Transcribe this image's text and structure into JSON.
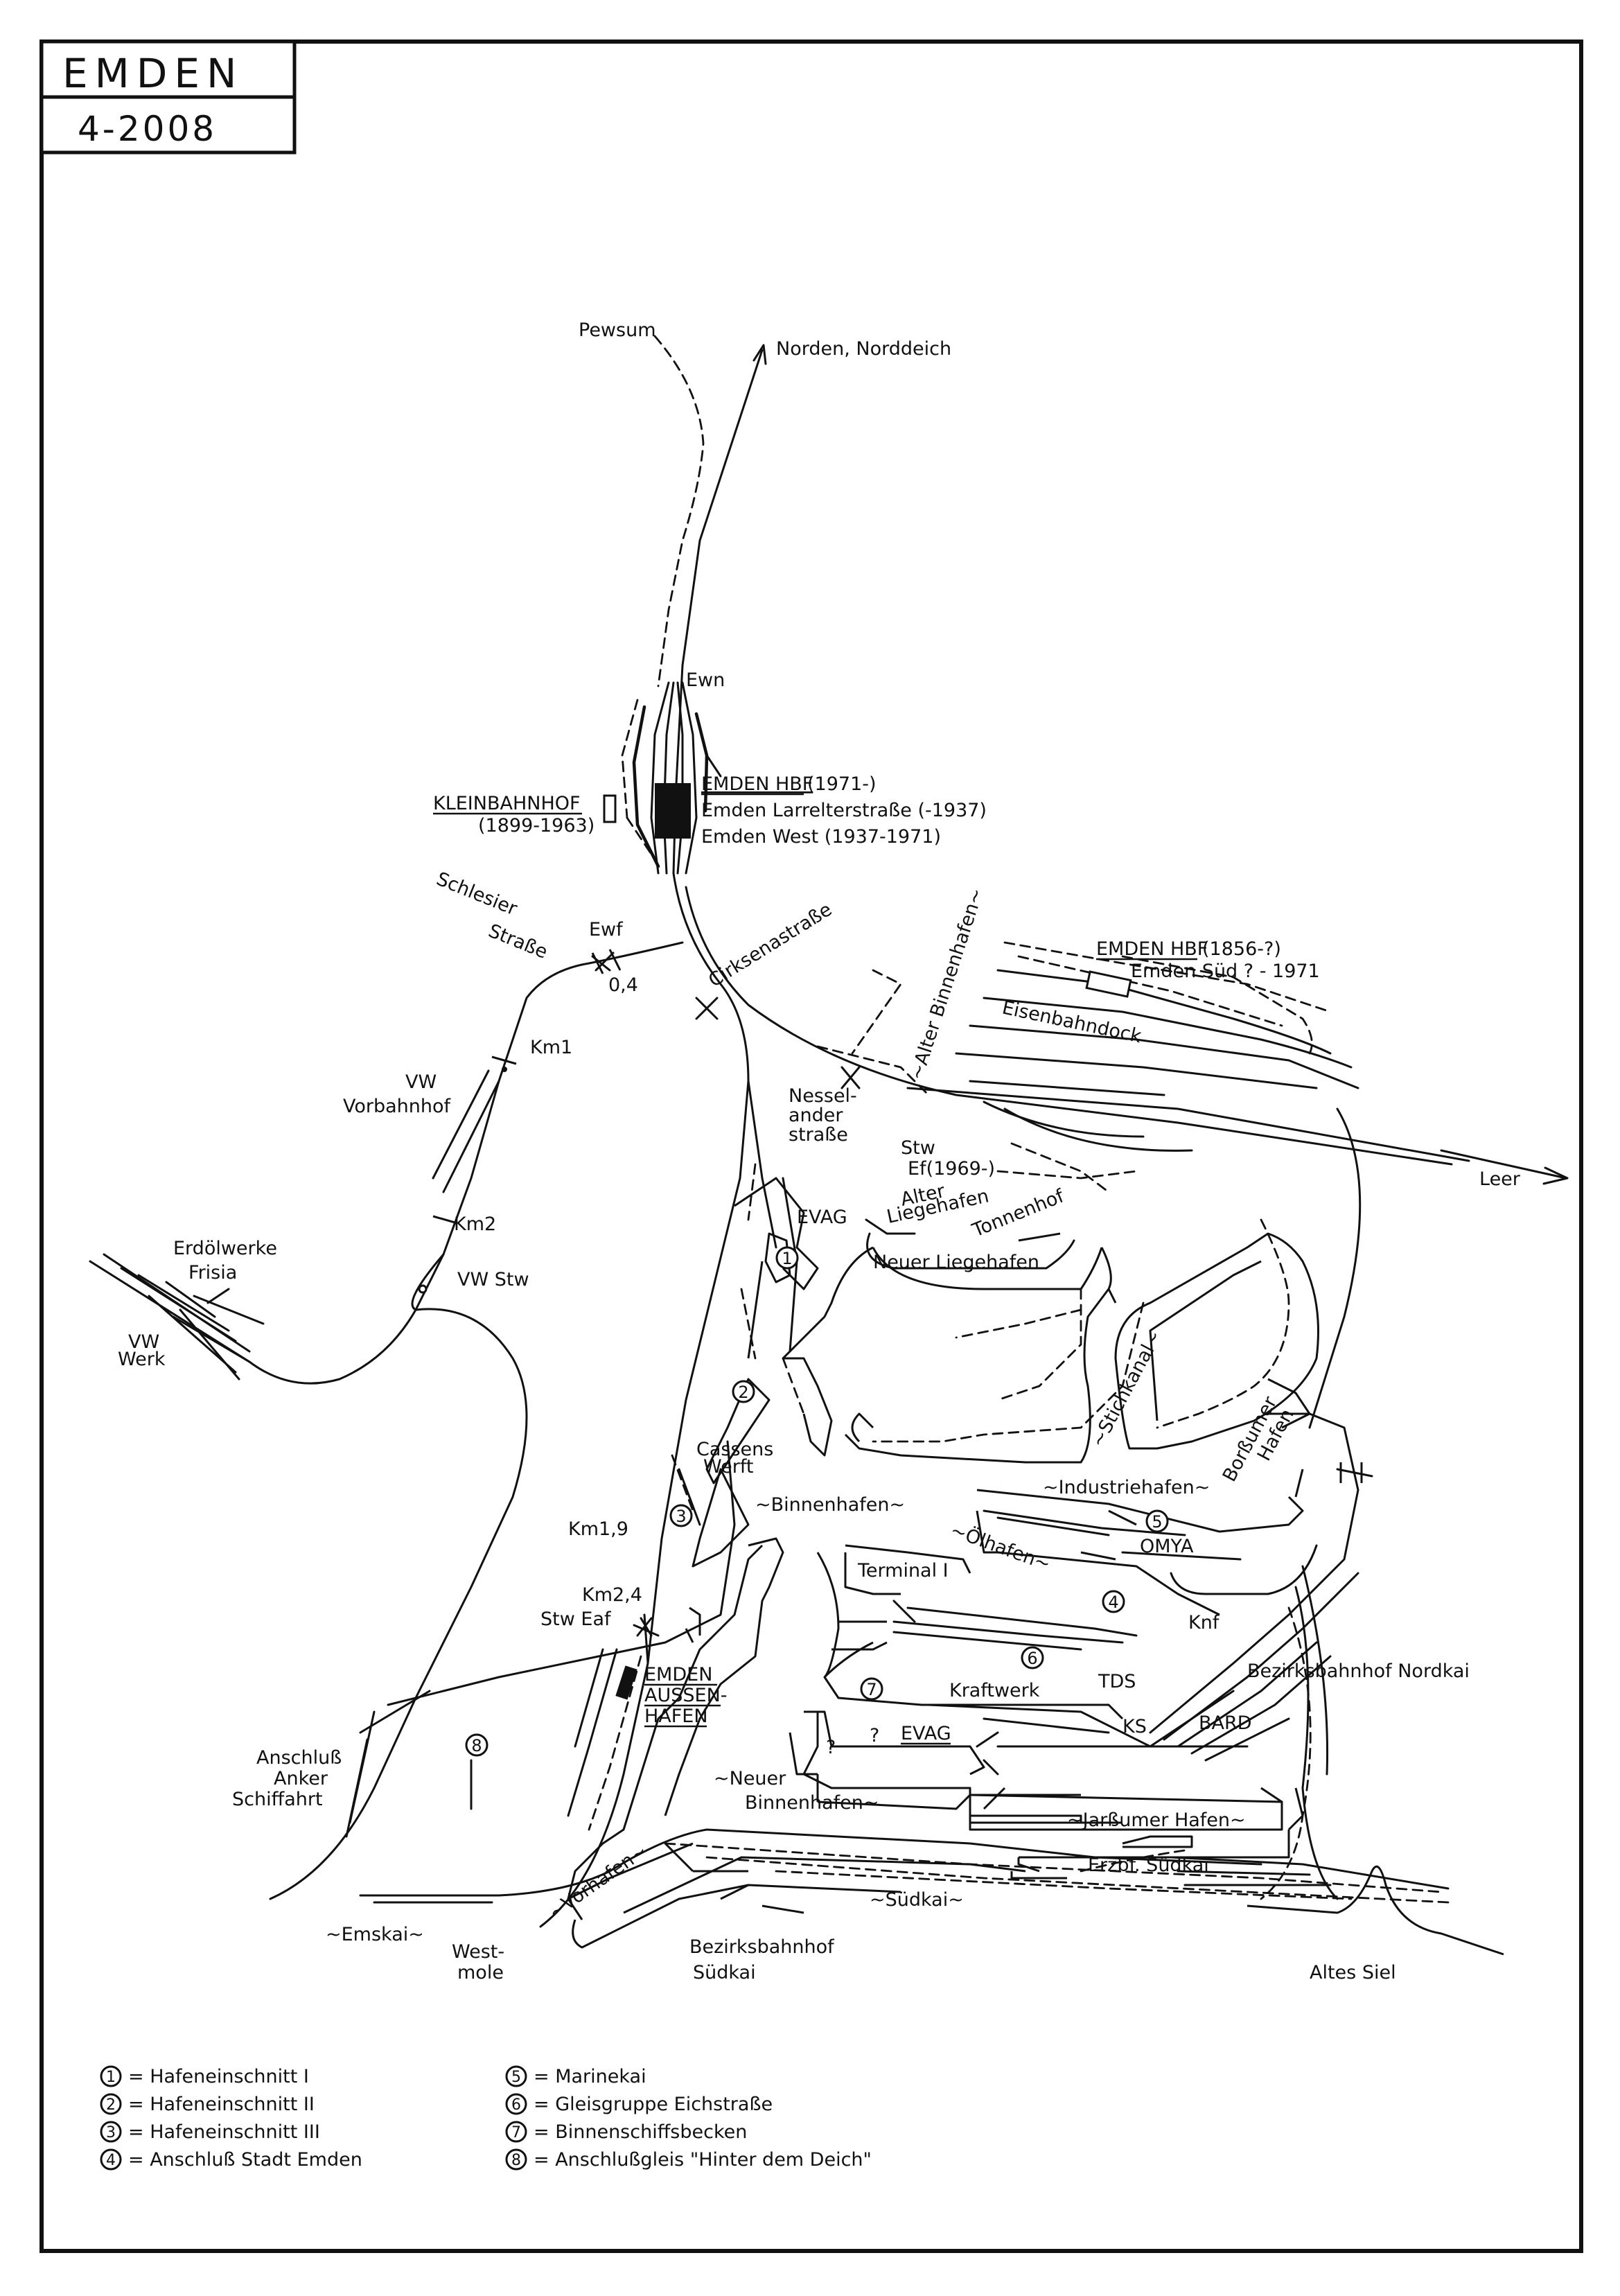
{
  "title": {
    "name": "EMDEN",
    "date": "4-2008"
  },
  "places": {
    "pewsum": "Pewsum",
    "norden": "Norden, Norddeich",
    "ewn": "Ewn",
    "hbf_new": "EMDEN HBF",
    "hbf_new_years": "(1971-)",
    "larrelt": "Emden Larrelterstraße (-1937)",
    "west": "Emden West (1937-1971)",
    "kleinbahnhof": "KLEINBAHNHOF",
    "kleinbahnhof_years": "(1899-1963)",
    "schlesier1": "Schlesier",
    "schlesier2": "Straße",
    "ewf": "Ewf",
    "km04": "0,4",
    "cirksena": "Cirksenastraße",
    "alter_binnenhafen": "~Alter Binnenhafen~",
    "hbf_old": "EMDEN HBF",
    "hbf_old_years": "(1856-?)",
    "emden_sued": "Emden Süd ? - 1971",
    "eisenbahndock": "Eisenbahndock",
    "km1": "Km1",
    "vw_vorbahnhof1": "VW",
    "vw_vorbahnhof2": "Vorbahnhof",
    "nessel1": "Nessel-",
    "nessel2": "ander",
    "nessel3": "straße",
    "stw_ef1": "Stw",
    "stw_ef2": "Ef(1969-)",
    "leer": "Leer",
    "alter_liegehafen1": "Alter",
    "alter_liegehafen2": "Liegehafen",
    "tonnenhof": "Tonnenhof",
    "evag1": "EVAG",
    "km2": "Km2",
    "vw_stw": "VW Stw",
    "erdoel1": "Erdölwerke",
    "erdoel2": "Frisia",
    "neuer_liegehafen": "Neuer Liegehafen",
    "vw_werk1": "VW",
    "vw_werk2": "Werk",
    "stichkanal": "~Stichkanal~",
    "borssumer1": "Borßumer",
    "borssumer2": "Hafen",
    "cassens1": "Cassens",
    "cassens2": "Werft",
    "industriehafen": "~Industriehafen~",
    "binnenhafen": "~Binnenhafen~",
    "km19": "Km1,9",
    "oelhafen": "~Ölhafen~",
    "omya": "OMYA",
    "terminal": "Terminal I",
    "km24": "Km2,4",
    "stw_eaf": "Stw Eaf",
    "knf": "Knf",
    "aussen1": "EMDEN",
    "aussen2": "AUSSEN-",
    "aussen3": "HAFEN",
    "bezirk_nordkai": "Bezirksbahnhof Nordkai",
    "tds": "TDS",
    "kraftwerk": "Kraftwerk",
    "evag2": "EVAG",
    "ks": "KS",
    "bard": "BARD",
    "q1": "?",
    "q2": "?",
    "anschluss1": "Anschluß",
    "anschluss2": "Anker",
    "anschluss3": "Schiffahrt",
    "neuer_binnen1": "~Neuer",
    "neuer_binnen2": "Binnenhafen~",
    "jarssumer": "~Jarßumer Hafen~",
    "erzbf": "Erzbf. Südkai",
    "suedkai": "~Südkai~",
    "vorhafen": "~Vorhafen~",
    "emskai": "~Emskai~",
    "westmole1": "West-",
    "westmole2": "mole",
    "bezirk_suedkai1": "Bezirksbahnhof",
    "bezirk_suedkai2": "Südkai",
    "altes_siel": "Altes Siel"
  },
  "markers": [
    "1",
    "2",
    "3",
    "4",
    "5",
    "6",
    "7",
    "8"
  ],
  "legend": [
    {
      "num": "1",
      "text": "= Hafeneinschnitt I"
    },
    {
      "num": "2",
      "text": "= Hafeneinschnitt II"
    },
    {
      "num": "3",
      "text": "= Hafeneinschnitt III"
    },
    {
      "num": "4",
      "text": "= Anschluß Stadt Emden"
    },
    {
      "num": "5",
      "text": "= Marinekai"
    },
    {
      "num": "6",
      "text": "= Gleisgruppe Eichstraße"
    },
    {
      "num": "7",
      "text": "= Binnenschiffsbecken"
    },
    {
      "num": "8",
      "text": "= Anschlußgleis \"Hinter dem Deich\""
    }
  ]
}
